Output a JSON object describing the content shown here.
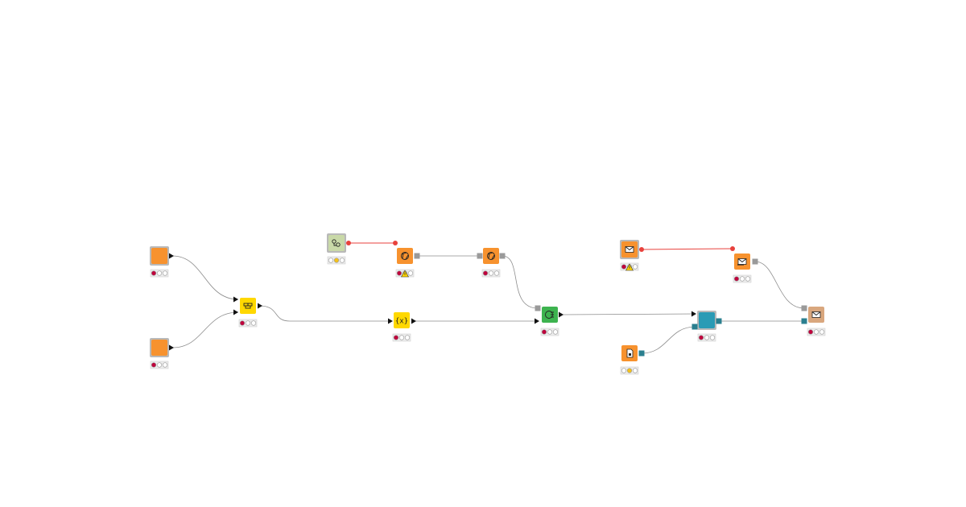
{
  "colors": {
    "background": "#ffffff",
    "source_orange": "#f7922e",
    "component_frame": "#b9b9b9",
    "manipulator_yellow": "#ffd800",
    "learner_green": "#3db34f",
    "predictor_blue": "#2a9bb5",
    "sink_tan": "#d9a77e",
    "flow_var_green": "#c9d9a8",
    "connection_gray": "#8c8c8c",
    "variable_red": "#e8413c",
    "status_red": "#c0003c",
    "status_yellow": "#f4c21a",
    "status_off": "#ffffff",
    "port_gray": "#9a9a9a",
    "port_teal": "#2a7f8f",
    "warning_yellow": "#ffd400"
  },
  "workflow": {
    "nodes": [
      {
        "id": "source-1",
        "kind": "component",
        "icon": "component-icon",
        "status": "red",
        "warning": false
      },
      {
        "id": "source-2",
        "kind": "component",
        "icon": "component-icon",
        "status": "red",
        "warning": false
      },
      {
        "id": "joiner",
        "kind": "manipulator",
        "icon": "joiner-icon",
        "status": "red",
        "warning": false
      },
      {
        "id": "flow-variable",
        "kind": "flow-variable",
        "icon": "flow-variable-icon",
        "status": "yellow",
        "warning": false
      },
      {
        "id": "rest-1",
        "kind": "source",
        "icon": "aperture-icon",
        "status": "red",
        "warning": true
      },
      {
        "id": "rest-2",
        "kind": "source",
        "icon": "aperture-icon",
        "status": "red",
        "warning": false
      },
      {
        "id": "math-formula",
        "kind": "manipulator",
        "icon": "formula-icon",
        "status": "red",
        "warning": false
      },
      {
        "id": "learner",
        "kind": "learner",
        "icon": "learner-icon",
        "status": "red",
        "warning": false
      },
      {
        "id": "model-reader",
        "kind": "source",
        "icon": "file-icon",
        "status": "yellow",
        "warning": false
      },
      {
        "id": "predictor",
        "kind": "component",
        "icon": "predictor-icon",
        "status": "red",
        "warning": false
      },
      {
        "id": "email-component",
        "kind": "component",
        "icon": "email-icon",
        "status": "red",
        "warning": true
      },
      {
        "id": "email-reader",
        "kind": "source",
        "icon": "email-reader-icon",
        "status": "red",
        "warning": false
      },
      {
        "id": "send-email",
        "kind": "sink",
        "icon": "send-email-icon",
        "status": "red",
        "warning": false
      }
    ]
  }
}
